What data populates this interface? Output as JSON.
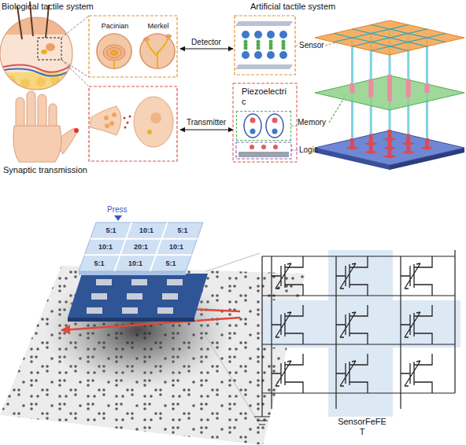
{
  "diagram": {
    "nodes": [
      {
        "text": [
          "Pacinian"
        ]
      },
      {
        "text": [
          "Merkel"
        ]
      },
      {
        "text": [
          "Piezoelectric"
        ]
      },
      {
        "text": [
          "5:1"
        ]
      },
      {
        "text": [
          "10:1"
        ]
      },
      {
        "text": [
          "5:1"
        ]
      },
      {
        "text": [
          "10:1"
        ]
      },
      {
        "text": [
          "20:1"
        ]
      },
      {
        "text": [
          "10:1"
        ]
      },
      {
        "text": [
          "5:1"
        ]
      },
      {
        "text": [
          "10:1"
        ]
      },
      {
        "text": [
          "5:1"
        ]
      }
    ],
    "labels": [
      "Biological tactile system",
      "Artificial tactile system",
      "Detector",
      "Transmitter",
      "Synaptic transmission",
      "Sensor",
      "Memory",
      "Logic",
      "Press",
      "SensorFeFET"
    ]
  }
}
